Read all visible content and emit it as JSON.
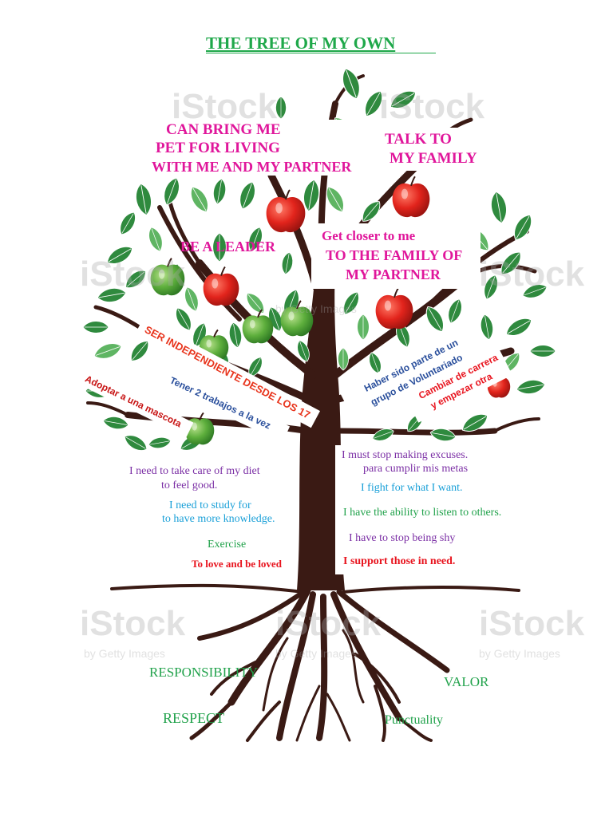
{
  "title": "THE TREE OF MY OWN",
  "watermarks": {
    "brand": "iStock",
    "credit": "by Getty Images"
  },
  "fruits": {
    "pet": [
      "CAN BRING ME",
      "PET FOR LIVING",
      "WITH ME AND MY PARTNER"
    ],
    "talk": [
      "TALK TO",
      "MY FAMILY"
    ],
    "leader": "BE A LEADER",
    "closer": [
      "Get closer to me",
      "TO THE FAMILY OF",
      "MY PARTNER"
    ]
  },
  "branches": {
    "independiente": "SER INDEPENDIENTE DESDE LOS 17",
    "trabajos": "Tener 2 trabajos a la vez",
    "mascota": "Adoptar a una mascota",
    "voluntariado": [
      "Haber sido parte de un",
      "grupo de Voluntariado"
    ],
    "carrera": [
      "Cambiar de carrera",
      "y empezar otra"
    ]
  },
  "trunk_left": {
    "diet": [
      "I need to take care of my diet",
      "to feel good."
    ],
    "study": [
      "I need to study for",
      "to have more knowledge."
    ],
    "exercise": "Exercise",
    "love": "To love and be loved"
  },
  "trunk_right": {
    "excuses": [
      "I must stop making excuses.",
      "para cumplir mis metas"
    ],
    "fight": "I fight for what I want.",
    "listen": "I have the ability to listen to others.",
    "shy": "I have to stop being shy",
    "support": "I support those in need."
  },
  "roots": {
    "responsibility": "RESPONSIBILITY",
    "valor": "VALOR",
    "respect": "RESPECT",
    "punctuality": "Punctuality"
  },
  "colors": {
    "title": "#1fa84a",
    "fruit_text": "#e0169b",
    "leaf_dark": "#2f8a3e",
    "leaf_light": "#5fb563",
    "apple_red": "#e2241c",
    "apple_green": "#5dae3c",
    "trunk": "#3a1a14",
    "root_text": "#21a24b"
  }
}
